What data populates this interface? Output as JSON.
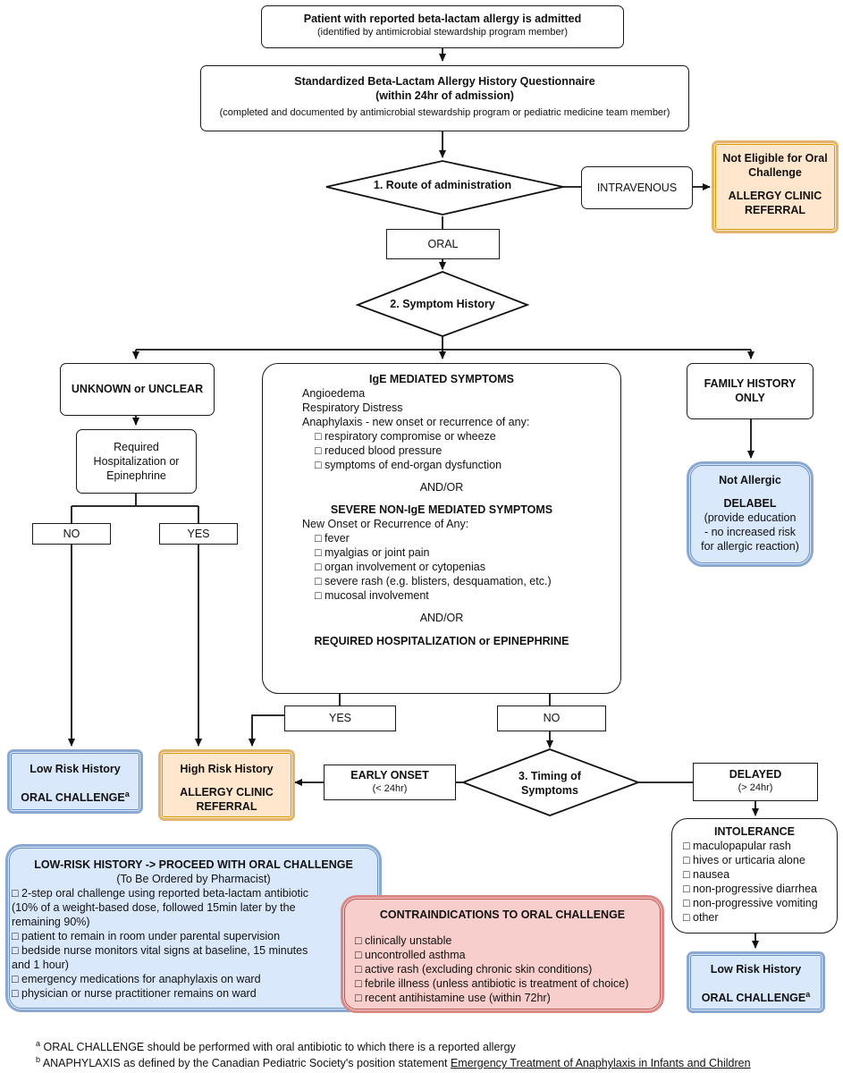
{
  "admit": {
    "title": "Patient with reported beta-lactam allergy is admitted",
    "sub": "(identified by antimicrobial stewardship program member)"
  },
  "questionnaire": {
    "title": "Standardized Beta-Lactam Allergy History Questionnaire",
    "title2": "(within 24hr of admission)",
    "sub": "(completed and documented by antimicrobial stewardship program or pediatric medicine team member)"
  },
  "route": {
    "label": "1. Route of administration",
    "intravenous": "INTRAVENOUS",
    "oral": "ORAL"
  },
  "not_eligible": {
    "line1": "Not Eligible for Oral",
    "line2": "Challenge",
    "line3": "ALLERGY CLINIC",
    "line4": "REFERRAL"
  },
  "symptom_history": {
    "label": "2. Symptom History"
  },
  "unknown": {
    "label": "UNKNOWN or UNCLEAR",
    "q1": "Required",
    "q2": "Hospitalization or",
    "q3": "Epinephrine",
    "no": "NO",
    "yes": "YES"
  },
  "ige": {
    "title": "IgE MEDIATED SYMPTOMS",
    "items": [
      "Angioedema",
      "Respiratory Distress",
      "Anaphylaxis - new onset or recurrence of any:"
    ],
    "sub_items": [
      "□ respiratory compromise or wheeze",
      "□ reduced blood pressure",
      "□ symptoms of end-organ dysfunction"
    ],
    "andor": "AND/OR",
    "severe_title": "SEVERE NON-IgE MEDIATED SYMPTOMS",
    "severe_intro": "New Onset or Recurrence of Any:",
    "severe_items": [
      "□ fever",
      "□ myalgias or joint pain",
      "□ organ involvement or cytopenias",
      "□ severe rash (e.g. blisters, desquamation, etc.)",
      "□ mucosal involvement"
    ],
    "andor2": "AND/OR",
    "required": "REQUIRED HOSPITALIZATION or EPINEPHRINE",
    "yes": "YES",
    "no": "NO"
  },
  "family": {
    "line1": "FAMILY HISTORY",
    "line2": "ONLY"
  },
  "not_allergic": {
    "title": "Not Allergic",
    "action": "DELABEL",
    "desc1": "(provide education",
    "desc2": "- no increased risk",
    "desc3": "for allergic reaction)"
  },
  "low_risk_left": {
    "title": "Low Risk History",
    "action": "ORAL CHALLENGE",
    "sup": "a"
  },
  "high_risk": {
    "title": "High Risk History",
    "action1": "ALLERGY CLINIC",
    "action2": "REFERRAL"
  },
  "timing": {
    "label1": "3. Timing of",
    "label2": "Symptoms",
    "early": "EARLY ONSET",
    "early_sub": "(< 24hr)",
    "delayed": "DELAYED",
    "delayed_sub": "(> 24hr)"
  },
  "intolerance": {
    "title": "INTOLERANCE",
    "items": [
      "□ maculopapular rash",
      "□ hives or urticaria alone",
      "□ nausea",
      "□ non-progressive diarrhea",
      "□ non-progressive vomiting",
      "□ other"
    ]
  },
  "low_risk_right": {
    "title": "Low Risk History",
    "action": "ORAL CHALLENGE",
    "sup": "a"
  },
  "proceed": {
    "title": "LOW-RISK HISTORY -> PROCEED WITH ORAL CHALLENGE",
    "sub": "(To Be Ordered by Pharmacist)",
    "lines": [
      "□ 2-step oral challenge using reported beta-lactam antibiotic",
      "(10% of a weight-based dose, followed 15min later by the",
      "remaining 90%)",
      "□ patient to remain in room under parental supervision",
      "□ bedside nurse monitors vital signs at baseline, 15 minutes",
      "and 1 hour)",
      "□ emergency medications for anaphylaxis on ward",
      "□ physician or nurse practitioner remains on ward"
    ]
  },
  "contra": {
    "title": "CONTRAINDICATIONS TO ORAL CHALLENGE",
    "items": [
      "□ clinically unstable",
      "□ uncontrolled asthma",
      "□ active rash (excluding chronic skin conditions)",
      "□ febrile illness (unless antibiotic is treatment of choice)",
      "□ recent antihistamine use (within 72hr)"
    ]
  },
  "footnotes": {
    "a_mark": "a",
    "a_text": "ORAL CHALLENGE should be performed with oral antibiotic to which there is a reported allergy",
    "b_mark": "b",
    "b_text": "ANAPHYLAXIS as defined by the Canadian Pediatric Society's position statement ",
    "b_link": "Emergency Treatment of Anaphylaxis in Infants and Children"
  }
}
